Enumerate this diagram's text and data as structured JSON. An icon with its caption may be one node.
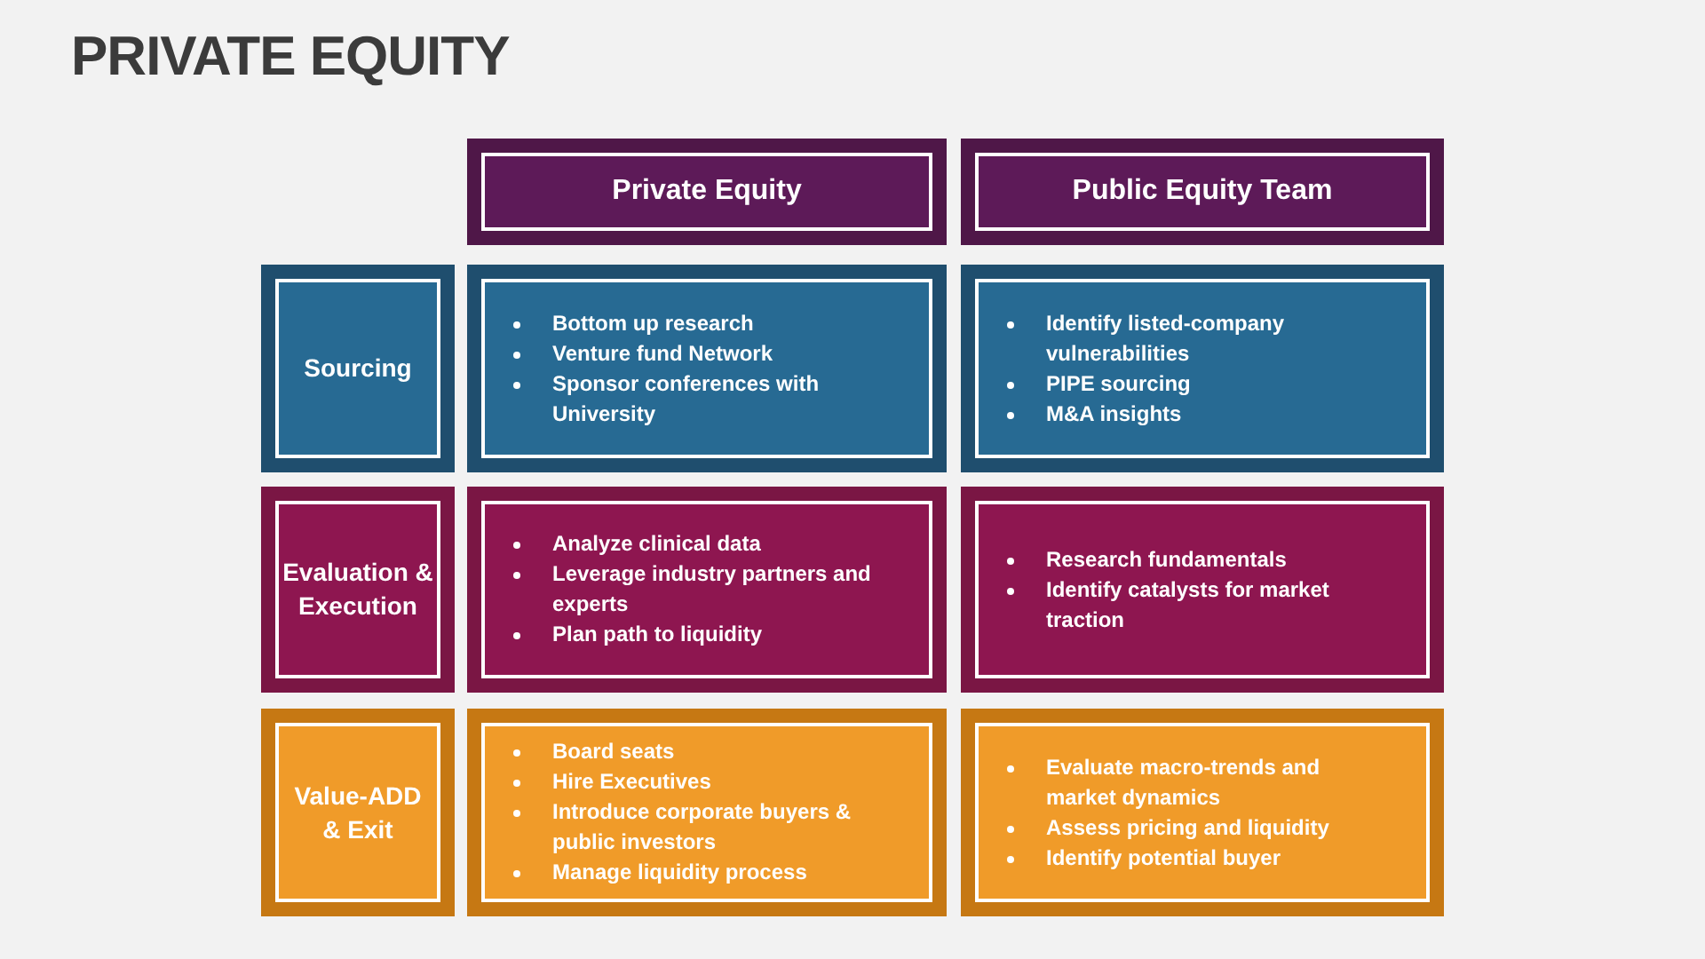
{
  "diagram": {
    "title": "PRIVATE EQUITY",
    "nodes": [
      {
        "text": [
          "Private Equity"
        ]
      },
      {
        "text": [
          "Public Equity Team"
        ]
      },
      {
        "text": [
          "Sourcing"
        ]
      },
      {
        "text": [
          "Bottom up research",
          "Venture fund Network",
          "Sponsor conferences with University"
        ]
      },
      {
        "text": [
          "Identify listed-company vulnerabilities",
          "PIPE sourcing",
          "M&A insights"
        ]
      },
      {
        "text": [
          "Evaluation & Execution"
        ]
      },
      {
        "text": [
          "Analyze clinical data",
          "Leverage industry partners and experts",
          "Plan path to liquidity"
        ]
      },
      {
        "text": [
          "Research fundamentals",
          "Identify catalysts for market traction"
        ]
      },
      {
        "text": [
          "Value-ADD & Exit"
        ]
      },
      {
        "text": [
          "Board seats",
          "Hire Executives",
          "Introduce corporate buyers & public investors",
          "Manage liquidity process"
        ]
      },
      {
        "text": [
          "Evaluate macro-trends and market dynamics",
          "Assess pricing and liquidity",
          "Identify potential buyer"
        ]
      }
    ]
  }
}
